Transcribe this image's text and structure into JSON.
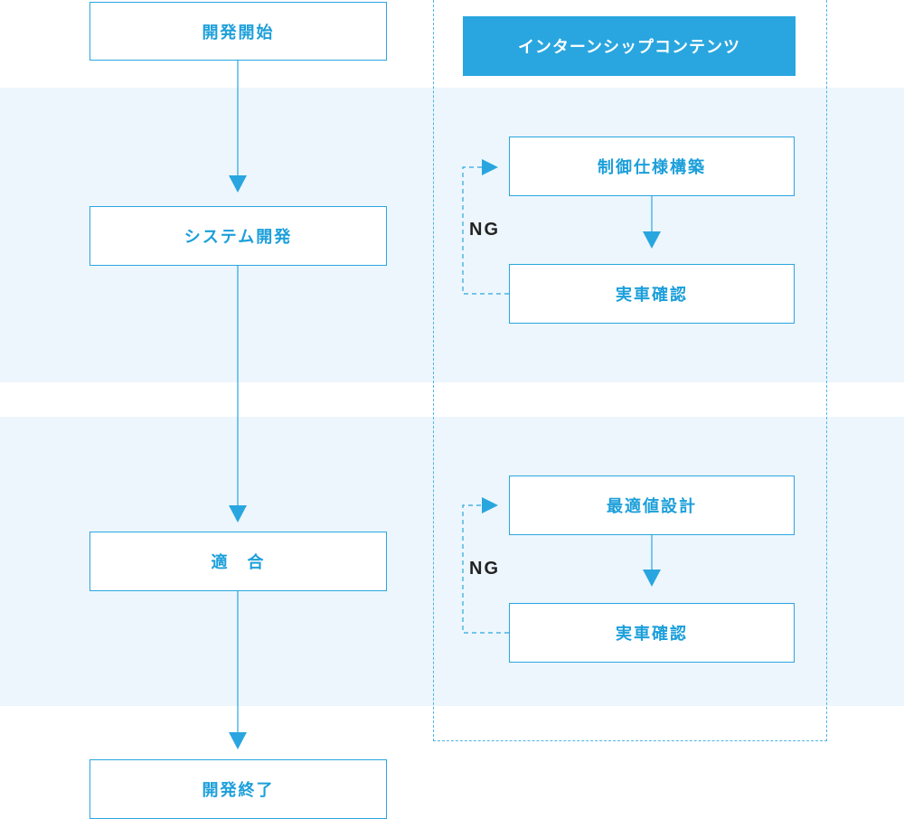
{
  "main_flow": {
    "start": "開発開始",
    "system_dev": "システム開発",
    "fit": "適　合",
    "end": "開発終了"
  },
  "internship": {
    "header": "インターンシップコンテンツ",
    "group1": {
      "step1": "制御仕様構築",
      "step2": "実車確認",
      "ng_label": "NG"
    },
    "group2": {
      "step1": "最適値設計",
      "step2": "実車確認",
      "ng_label": "NG"
    }
  },
  "colors": {
    "accent": "#29a6df",
    "band_bg": "#edf6fd",
    "text_dark": "#222222"
  }
}
